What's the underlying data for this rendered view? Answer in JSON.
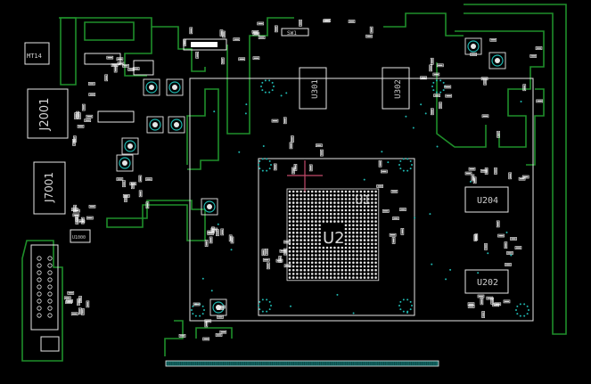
{
  "colors": {
    "background": "#000000",
    "outline": "#1f8f2a",
    "silkscreen": "#e6e6e6",
    "via": "#1fb7b0",
    "crosshair": "#c24a6a"
  },
  "labels": {
    "u2": "U2",
    "u1": "U1",
    "j2001": "J2001",
    "j7001": "J7001",
    "u204": "U204",
    "u202": "U202",
    "u301": "U301",
    "u302": "U302",
    "mt14": "MT14",
    "u1000": "U1000",
    "sw1": "SW1"
  }
}
